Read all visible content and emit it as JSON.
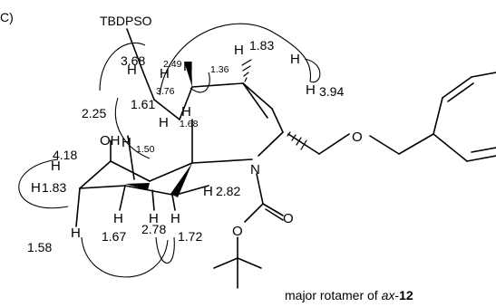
{
  "panel_label": "C)",
  "protecting_group": "TBDPSO",
  "atoms": {
    "oh": "OH",
    "n": "N",
    "o_ether": "O",
    "o_carbonyl": "O",
    "o_ester": "O",
    "h": "H"
  },
  "shifts": {
    "s383": "1.83",
    "s394": "3.94",
    "s249": "2.49",
    "s136": "1.36",
    "s368": "3.68",
    "s376": "3.76",
    "s161": "1.61",
    "s168": "1.68",
    "s225": "2.25",
    "s150": "1.50",
    "s418": "4.18",
    "s183b": "1.83",
    "s282": "2.82",
    "s158": "1.58",
    "s167": "1.67",
    "s278": "2.78",
    "s172": "1.72"
  },
  "caption": {
    "prefix": "major rotamer of ",
    "italic": "ax",
    "dash": "-",
    "number": "12"
  }
}
